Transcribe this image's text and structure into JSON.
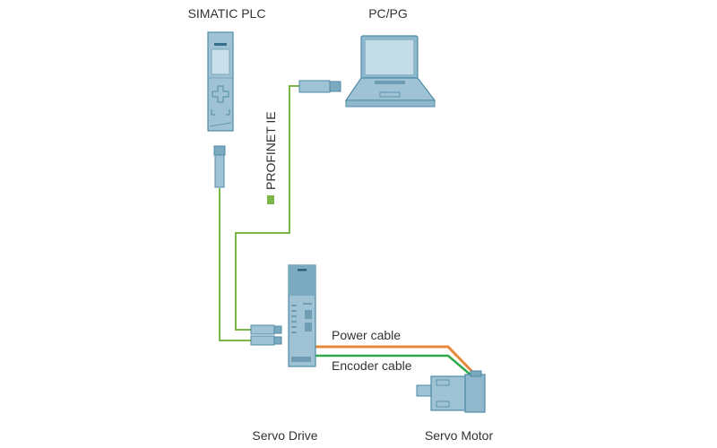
{
  "title": "SIMATIC PLC to Servo Drive wiring overview",
  "components": {
    "plc": {
      "label": "SIMATIC PLC"
    },
    "pc": {
      "label": "PC/PG"
    },
    "drive": {
      "label": "Servo Drive"
    },
    "motor": {
      "label": "Servo Motor"
    }
  },
  "legend": {
    "label": "PROFINET IE"
  },
  "cables": {
    "power": {
      "label": "Power cable"
    },
    "encoder": {
      "label": "Encoder cable"
    }
  },
  "colors": {
    "device_fill": "#8fb8cc",
    "device_light": "#b9d4e1",
    "device_stroke": "#4f8aa6",
    "profinet": "#7ab648",
    "power": "#e8883a",
    "encoder": "#2ea84a",
    "text": "#333333"
  }
}
